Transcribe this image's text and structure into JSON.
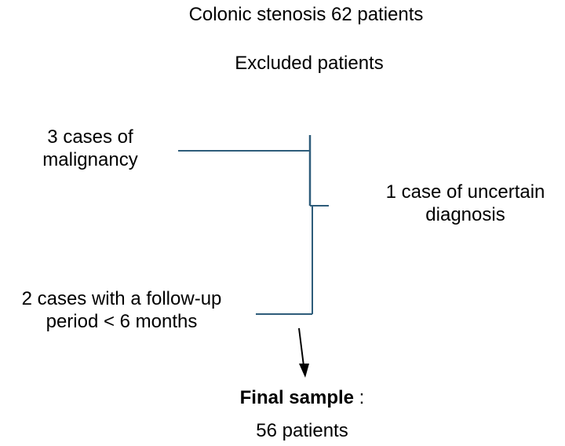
{
  "flowchart": {
    "title": "Colonic stenosis 62 patients",
    "excluded_heading": "Excluded patients",
    "exclusions": [
      {
        "line1": "3 cases of",
        "line2": "malignancy"
      },
      {
        "line1": "1 case of uncertain",
        "line2": "diagnosis"
      },
      {
        "line1": "2 cases with a follow-up",
        "line2": "period < 6 months"
      }
    ],
    "final": {
      "label": "Final sample",
      "separator": " :",
      "count": "56 patients"
    },
    "colors": {
      "connector": "#2e5c7a",
      "arrow": "#000000"
    }
  }
}
